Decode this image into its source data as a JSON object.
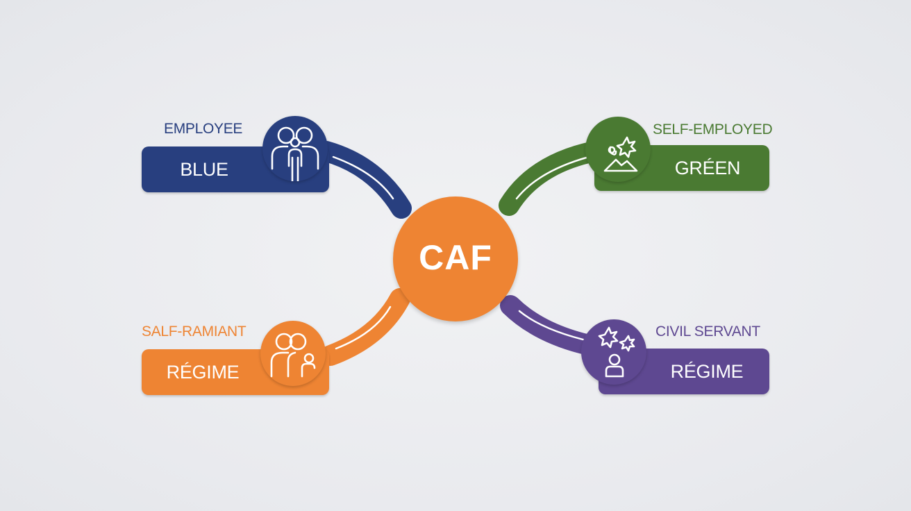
{
  "colors": {
    "blue": "#283f7f",
    "green": "#4a7a32",
    "orange": "#ee8433",
    "purple": "#5e4891",
    "white": "#ffffff"
  },
  "center": {
    "label": "CAF"
  },
  "nodes": [
    {
      "id": "top-left",
      "heading": "EMPLOYEE",
      "pill_text": "BLUE",
      "color": "#283f7f",
      "icon": "people-icon"
    },
    {
      "id": "top-right",
      "heading": "SELF-EMPLOYED",
      "pill_text": "GRÉEN",
      "color": "#4a7a32",
      "icon": "star-mountain-icon"
    },
    {
      "id": "bottom-left",
      "heading": "SALF-RAMIANT",
      "pill_text": "RÉGIME",
      "color": "#ee8433",
      "icon": "family-icon"
    },
    {
      "id": "bottom-right",
      "heading": "CIVIL SERVANT",
      "pill_text": "RÉGIME",
      "color": "#5e4891",
      "icon": "stars-person-icon"
    }
  ]
}
